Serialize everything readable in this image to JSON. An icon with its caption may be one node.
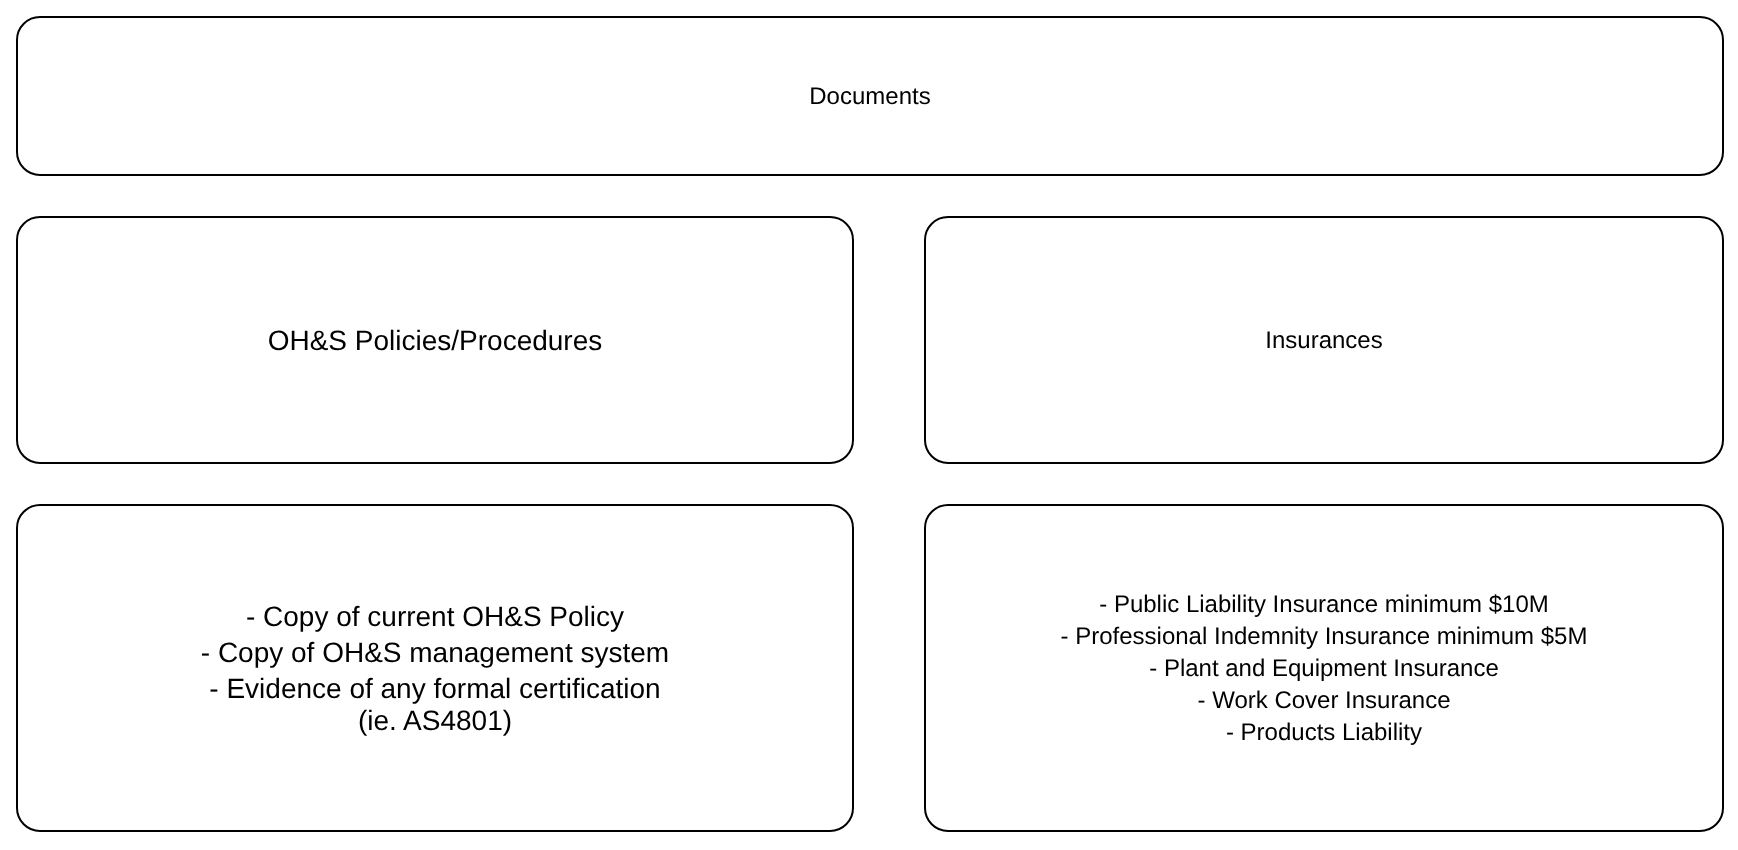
{
  "diagram": {
    "nodes": [
      {
        "text": [
          "Documents"
        ]
      },
      {
        "text": [
          "OH&S Policies/Procedures"
        ]
      },
      {
        "text": [
          "Insurances"
        ]
      },
      {
        "text": [
          "- Copy of current OH&S Policy",
          "- Copy of OH&S management system",
          "- Evidence of any formal certification (ie. AS4801)"
        ]
      },
      {
        "text": [
          "- Public Liability Insurance minimum $10M",
          "- Professional Indemnity Insurance minimum $5M",
          "- Plant and Equipment Insurance",
          "- Work Cover Insurance",
          "- Products Liability"
        ]
      }
    ],
    "edges": []
  }
}
